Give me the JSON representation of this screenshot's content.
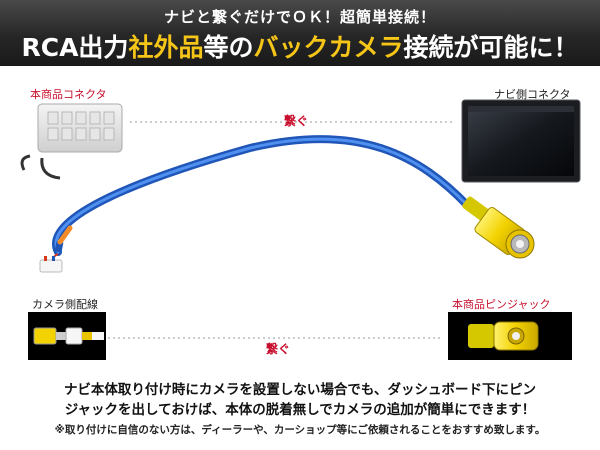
{
  "banner": {
    "line1": "ナビと繋ぐだけでＯＫ！超簡単接続！",
    "line2_prefix": "RCA出力",
    "line2_hl1": "社外品",
    "line2_mid": "等の",
    "line2_hl2": "バックカメラ",
    "line2_suffix": "接続が可能に！",
    "highlight_color": "#f5c518"
  },
  "labels": {
    "product_connector": "本商品コネクタ",
    "navi_connector": "ナビ側コネクタ",
    "connect_top": "繋ぐ",
    "connect_bottom": "繋ぐ",
    "camera_wiring": "カメラ側配線",
    "product_pin_jack": "本商品ピンジャック"
  },
  "footer": {
    "line1": "ナビ本体取り付け時にカメラを設置しない場合でも、ダッシュボード下にピン",
    "line2": "ジャックを出しておけば、本体の脱着無しでカメラの追加が簡単にできます！",
    "note": "※取り付けに自信のない方は、ディーラーや、カーショップ等にご依頼されることをおすすめ致します。"
  },
  "colors": {
    "cable": "#2e6fd6",
    "rca_yellow": "#f2d200",
    "label_red": "#c8102e"
  }
}
